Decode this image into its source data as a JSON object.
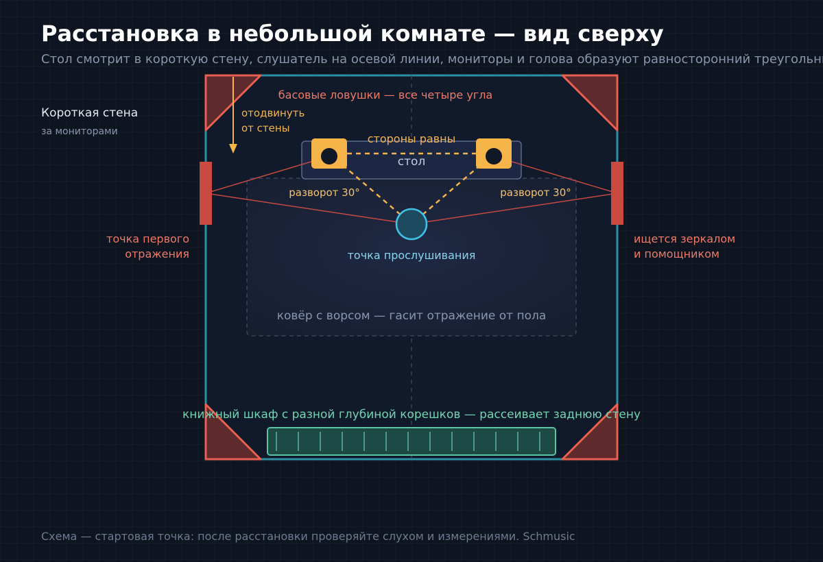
{
  "title": "Расстановка в небольшой комнате — вид сверху",
  "subtitle": "Стол смотрит в короткую стену, слушатель на осевой линии, мониторы и голова образуют равносторонний треугольник",
  "footer": "Схема — стартовая точка: после расстановки проверяйте слухом и измерениями. Schmusic",
  "labels": {
    "short_wall": "Короткая стена",
    "behind_monitors": "за мониторами",
    "bass_traps": "басовые ловушки — все четыре угла",
    "move_from_wall_1": "отодвинуть",
    "move_from_wall_2": "от стены",
    "sides_equal": "стороны равны",
    "desk": "стол",
    "toe_in_left": "разворот 30°",
    "toe_in_right": "разворот 30°",
    "listening_point": "точка прослушивания",
    "first_reflection_1": "точка первого",
    "first_reflection_2": "отражения",
    "mirror_1": "ищется зеркалом",
    "mirror_2": "и помощником",
    "rug": "ковёр с ворсом — гасит отражение от пола",
    "bookshelf": "книжный шкаф с разной глубиной корешков — рассеивает заднюю стену"
  },
  "colors": {
    "background": "#0e1420",
    "room_outline": "#2d8fa3",
    "bass_trap": "#e8604f",
    "bass_trap_fill": "#5e2a2c",
    "speaker": "#f7b448",
    "listener": "#3fc3e8",
    "reflection_panel": "#c94a40",
    "bookshelf": "#58c6a4"
  },
  "icons": {
    "speaker": "speaker-icon",
    "listener": "listener-circle-icon",
    "arrow": "arrow-down-icon"
  }
}
